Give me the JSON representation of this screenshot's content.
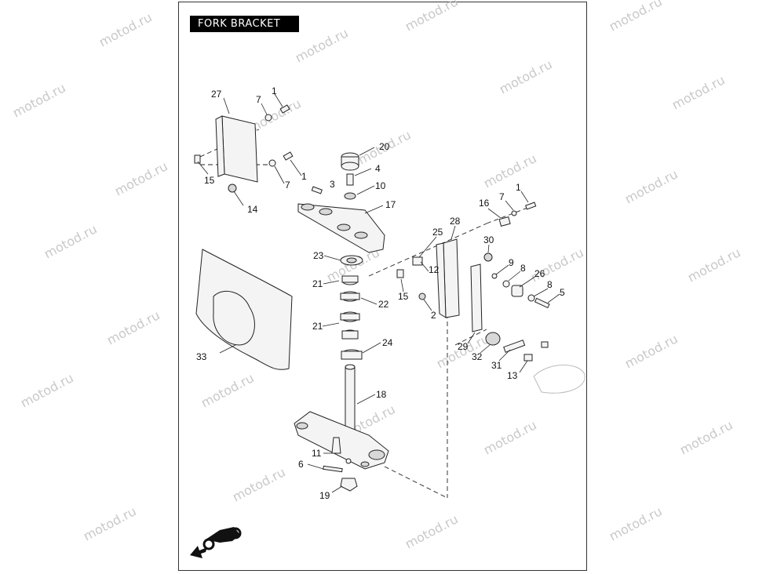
{
  "title": "FORK BRACKET",
  "watermark": "motod.ru",
  "colors": {
    "title_bg": "#000000",
    "title_fg": "#ffffff",
    "line": "#222222",
    "watermark": "#c9c9c9"
  },
  "icons": [
    "motorcycle-silhouette-icon",
    "direction-arrow-icon"
  ],
  "callouts": [
    "1",
    "7",
    "27",
    "1",
    "7",
    "15",
    "14",
    "20",
    "4",
    "3",
    "10",
    "17",
    "23",
    "21",
    "22",
    "21",
    "24",
    "33",
    "18",
    "11",
    "6",
    "19",
    "28",
    "25",
    "12",
    "15",
    "2",
    "16",
    "7",
    "1",
    "30",
    "9",
    "8",
    "26",
    "8",
    "5",
    "29",
    "32",
    "31",
    "13"
  ]
}
